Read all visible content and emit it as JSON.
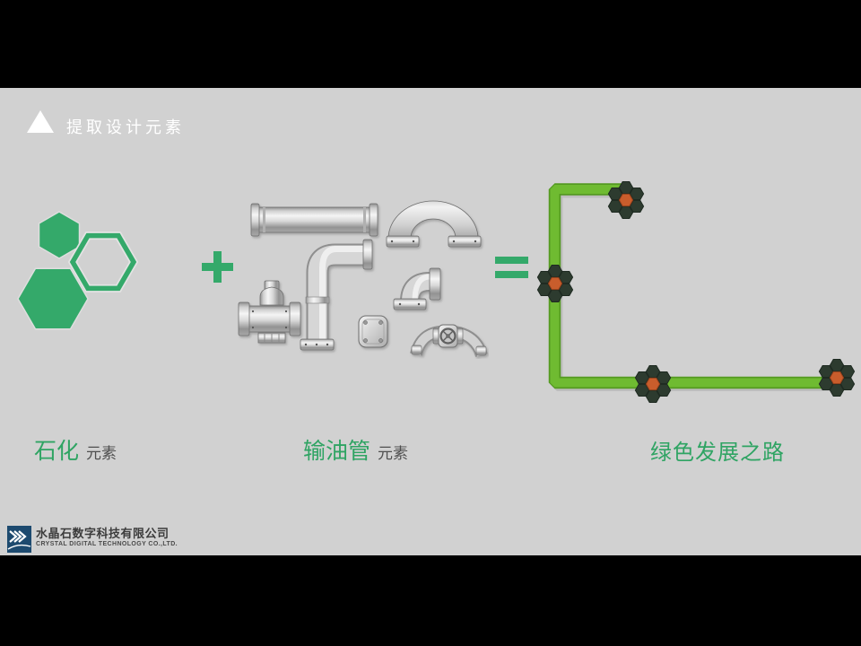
{
  "header": {
    "title": "提取设计元素"
  },
  "equation": {
    "plus_symbol": "+",
    "equals_symbol": "=",
    "petrochemical": {
      "main": "石化",
      "sub": "元素"
    },
    "pipeline": {
      "main": "输油管",
      "sub": "元素"
    },
    "result": {
      "label": "绿色发展之路"
    }
  },
  "footer": {
    "company_cn": "水晶石数字科技有限公司",
    "company_en": "CRYSTAL DIGITAL TECHNOLOGY CO.,LTD."
  },
  "colors": {
    "background": "#d1d1d1",
    "letterbox": "#000000",
    "accent_green": "#34a96a",
    "pipe_green": "#6fbb31",
    "pipe_green_dark": "#549a21",
    "hex_flower_dark": "#2d3b2f",
    "hex_flower_orange": "#c95d2c",
    "metal_gray": "#d6d6d6",
    "logo_blue": "#1d4a6f",
    "title_white": "#ffffff",
    "sub_text_gray": "#4f4f4f"
  }
}
